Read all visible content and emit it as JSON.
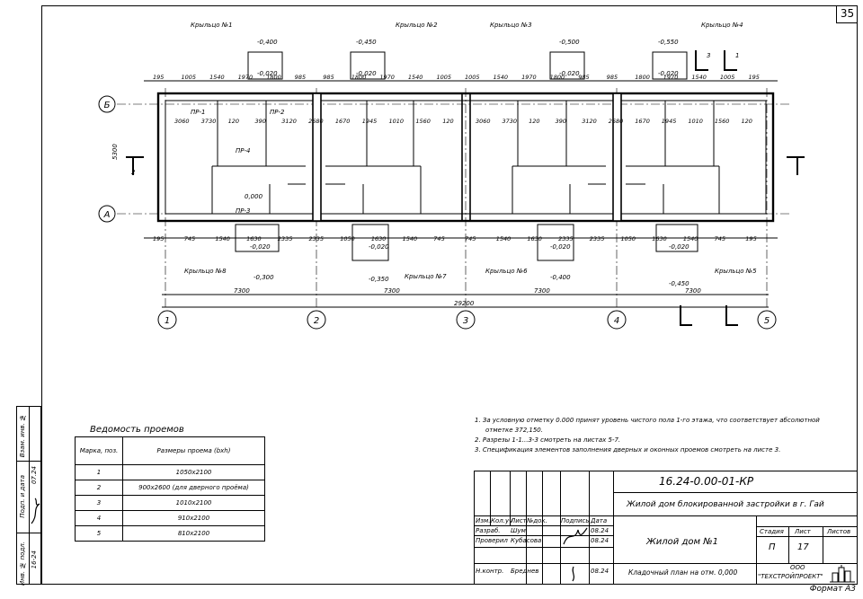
{
  "sheet": {
    "page_number": "35",
    "format_label": "Формат А3"
  },
  "plan": {
    "porches_top": [
      {
        "label": "Крыльцо №1",
        "upper": "-0,400",
        "lower": "-0,020"
      },
      {
        "label": "Крыльцо №2",
        "upper": "-0,450",
        "lower": "-0,020"
      },
      {
        "label": "Крыльцо №3",
        "upper": "-0,500",
        "lower": "-0,020"
      },
      {
        "label": "Крыльцо №4",
        "upper": "-0,550",
        "lower": "-0,020"
      }
    ],
    "porches_bottom": [
      {
        "label": "Крыльцо №8",
        "level": "-0,300",
        "lower": "-0,020"
      },
      {
        "label": "Крыльцо №7",
        "level": "-0,350",
        "lower": "-0,020"
      },
      {
        "label": "Крыльцо №6",
        "level": "-0,400",
        "lower": "-0,020"
      },
      {
        "label": "Крыльцо №5",
        "level": "-0,450",
        "lower": "-0,020"
      }
    ],
    "axis_rows": [
      "Б",
      "А"
    ],
    "axis_cols": [
      "1",
      "2",
      "3",
      "4",
      "5"
    ],
    "top_dims": [
      "195",
      "1005",
      "1540",
      "1970",
      "1800",
      "985",
      "985",
      "1800",
      "1970",
      "1540",
      "1005",
      "1005",
      "1540",
      "1970",
      "1800",
      "985",
      "985",
      "1800",
      "1970",
      "1540",
      "1005",
      "195"
    ],
    "bottom_dims": [
      "195",
      "745",
      "1540",
      "1630",
      "2335",
      "2335",
      "1050",
      "1630",
      "1540",
      "745",
      "745",
      "1540",
      "1630",
      "2335",
      "2335",
      "1050",
      "1630",
      "1540",
      "745",
      "195"
    ],
    "bay_dims": [
      "7300",
      "7300",
      "7300",
      "7300"
    ],
    "total_dim": "29200",
    "height_dim": "5300",
    "side_dims": [
      "390",
      "390"
    ],
    "room_labels": [
      "ПР-1",
      "ПР-2",
      "ПР-3",
      "ПР-4"
    ],
    "level_mark": "0,000",
    "section_marks": [
      "1",
      "2",
      "3"
    ],
    "room_numbers": [
      "3060",
      "3730",
      "120",
      "390",
      "3120",
      "2680",
      "1670",
      "1945",
      "1010",
      "1560",
      "120"
    ]
  },
  "schedule": {
    "title": "Ведомость проемов",
    "col_mark": "Марка, поз.",
    "col_size": "Размеры проема (bxh)",
    "rows": [
      {
        "mark": "1",
        "size": "1050х2100"
      },
      {
        "mark": "2",
        "size": "900х2600 (для дверного проёма)"
      },
      {
        "mark": "3",
        "size": "1010х2100"
      },
      {
        "mark": "4",
        "size": "910х2100"
      },
      {
        "mark": "5",
        "size": "810х2100"
      }
    ]
  },
  "notes": [
    "1. За условную отметку 0.000 принят уровень чистого пола 1-го этажа, что соответствует абсолютной",
    "отметке 372,150.",
    "2. Разрезы 1-1...3-3 смотреть на листах 5-7.",
    "3. Спецификация элементов заполнения дверных и оконных проемов смотреть на листе 3."
  ],
  "side_stamp": {
    "inv": "Инв. № подл.",
    "sign_date": "Подп. и дата",
    "vzam": "Взам. инв. №",
    "inv_value": "16-24",
    "date_value": "07.24"
  },
  "title_block": {
    "code": "16.24-0.00-01-КР",
    "project": "Жилой дом блокированной застройки в г. Гай",
    "object": "Жилой дом №1",
    "sheet_title": "Кладочный план на отм. 0,000",
    "org_line1": "ООО",
    "org_line2": "\"ТЕХСТРОЙПРОЕКТ\"",
    "head": [
      "Изм.",
      "Кол.уч",
      "Лист",
      "№док.",
      "Подпись",
      "Дата"
    ],
    "people": [
      {
        "role": "Разраб.",
        "name": "Шум",
        "date": "08.24"
      },
      {
        "role": "Проверил",
        "name": "Кубасова",
        "date": "08.24"
      },
      {
        "role": "Н.контр.",
        "name": "Бреднев",
        "date": "08.24"
      }
    ],
    "stage_label": "Стадия",
    "sheet_label": "Лист",
    "sheets_label": "Листов",
    "stage": "П",
    "sheet": "17"
  }
}
